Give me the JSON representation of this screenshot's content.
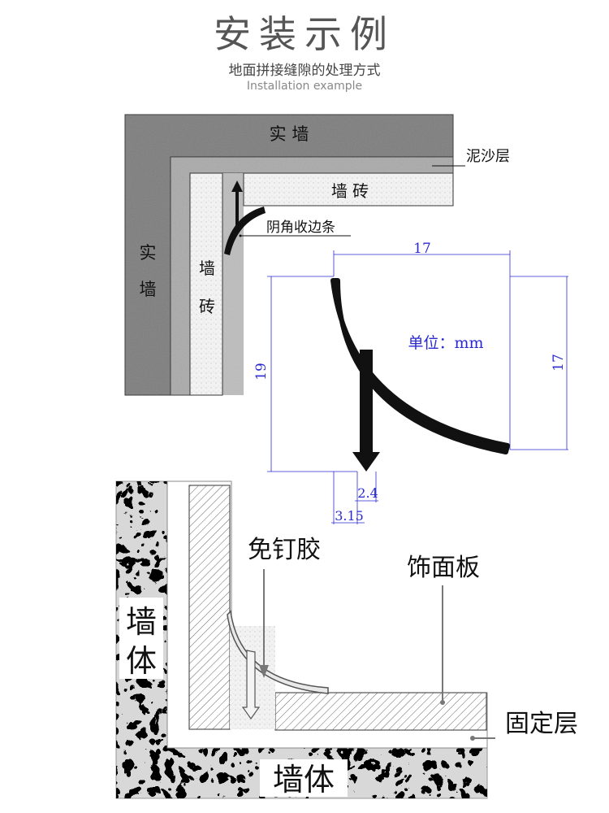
{
  "header": {
    "title": "安装示例",
    "subtitle": "地面拼接缝隙的处理方式",
    "subtitle_en": "Installation example"
  },
  "top_diagram": {
    "solid_wall_top": "实 墙",
    "solid_wall_left_1": "实",
    "solid_wall_left_2": "墙",
    "mortar_layer": "泥沙层",
    "tile_top": "墙 砖",
    "tile_left_1": "墙",
    "tile_left_2": "砖",
    "trim_label": "阴角收边条"
  },
  "profile": {
    "width_top": "17",
    "height_left": "19",
    "height_right": "17",
    "unit": "单位：mm",
    "leg_width": "2.4",
    "leg_offset": "3.15"
  },
  "bottom_diagram": {
    "wall_left_1": "墙",
    "wall_left_2": "体",
    "wall_bottom": "墙体",
    "adhesive": "免钉胶",
    "panel": "饰面板",
    "fixing_layer": "固定层"
  },
  "colors": {
    "wall_dark": "#7d7d7d",
    "tile": "#ededed",
    "dimension_blue": "#2a2ad0"
  }
}
